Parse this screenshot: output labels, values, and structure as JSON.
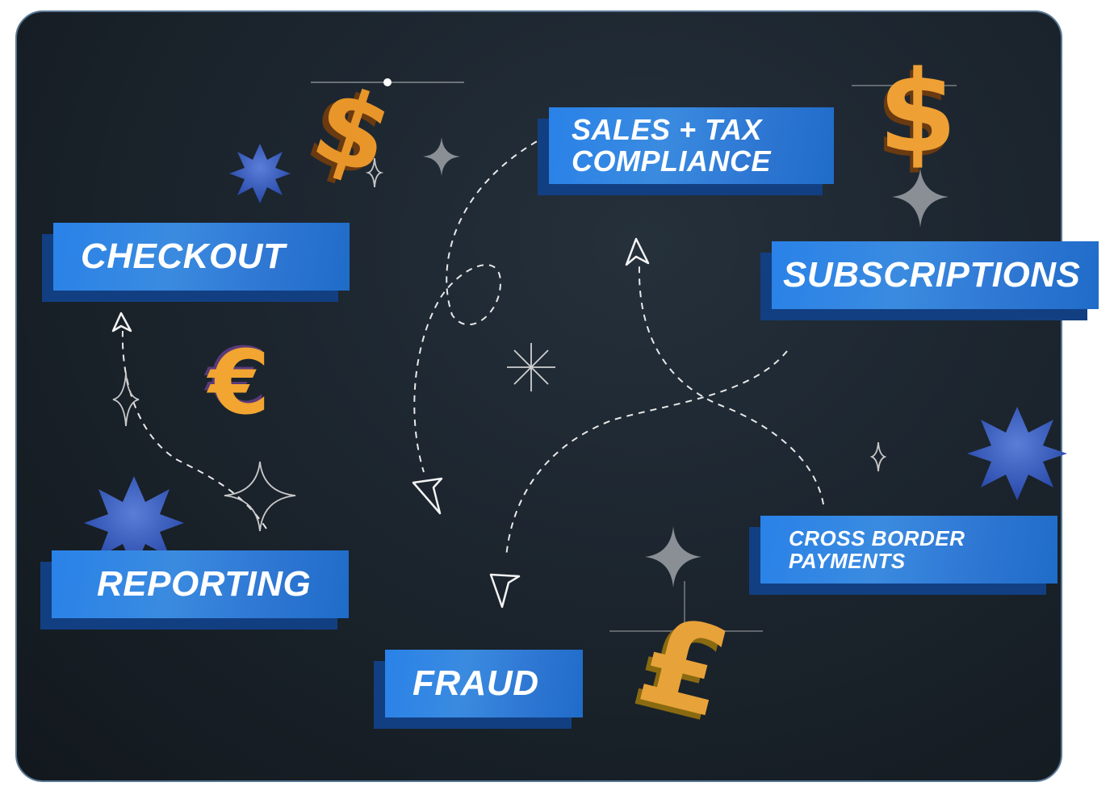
{
  "labels": {
    "checkout": "CHECKOUT",
    "sales_tax_line1": "SALES + TAX",
    "sales_tax_line2": "COMPLIANCE",
    "subscriptions": "SUBSCRIPTIONS",
    "reporting": "REPORTING",
    "cross_border_line1": "CROSS BORDER",
    "cross_border_line2": "PAYMENTS",
    "fraud": "FRAUD"
  },
  "currency_symbols": {
    "dollar_left": "$",
    "dollar_right": "$",
    "euro": "€",
    "pound": "£"
  },
  "colors": {
    "background": "#1c252e",
    "card_border": "#5a7894",
    "label_blue": "#2a82e8",
    "label_shadow": "#123f82",
    "star_blue": "#3b5fc4",
    "gold": "#f0a030"
  }
}
